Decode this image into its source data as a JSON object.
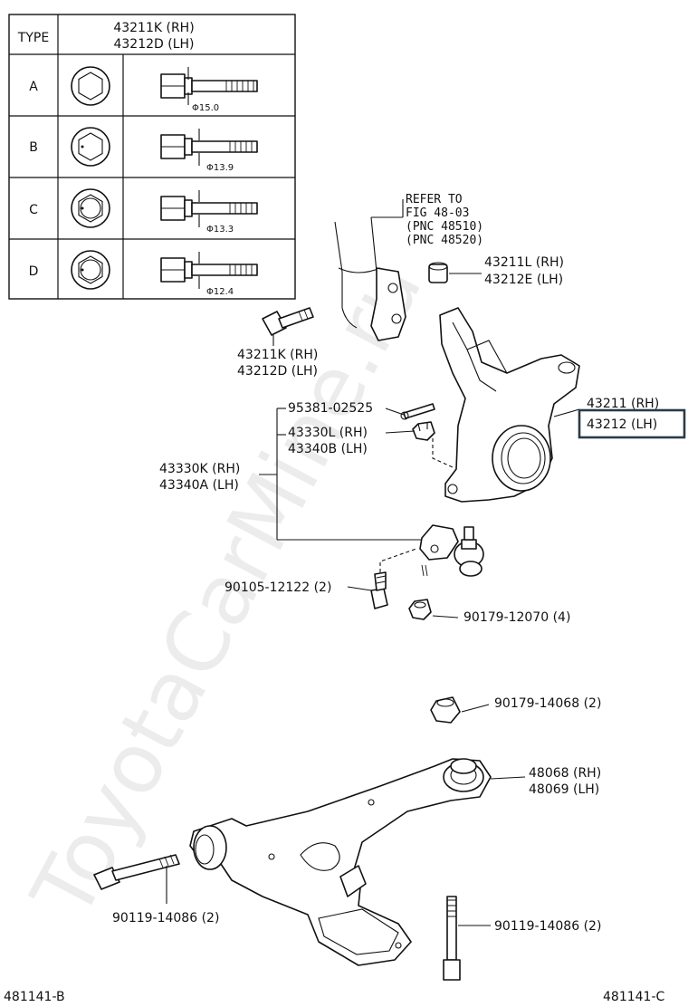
{
  "watermark": "ToyotaCarMine.ru",
  "table": {
    "header_type": "TYPE",
    "header_part_rh": "43211K (RH)",
    "header_part_lh": "43212D (LH)",
    "rows": [
      {
        "type": "A",
        "diameter": "Φ15.0"
      },
      {
        "type": "B",
        "diameter": "Φ13.9"
      },
      {
        "type": "C",
        "diameter": "Φ13.3"
      },
      {
        "type": "D",
        "diameter": "Φ12.4"
      }
    ]
  },
  "labels": {
    "refer_1": "REFER TO",
    "refer_2": "FIG 48-03",
    "refer_3": "(PNC 48510)",
    "refer_4": "(PNC 48520)",
    "nut_rh": "43211L (RH)",
    "nut_lh": "43212E (LH)",
    "bolt_rh": "43211K (RH)",
    "bolt_lh": "43212D (LH)",
    "knuckle_rh": "43211 (RH)",
    "knuckle_lh": "43212 (LH)",
    "cotter_pin": "95381-02525",
    "castle_nut_rh": "43330L (RH)",
    "castle_nut_lh": "43340B (LH)",
    "ball_joint_rh": "43330K (RH)",
    "ball_joint_lh": "43340A (LH)",
    "ball_joint_bolt": "90105-12122 (2)",
    "ball_joint_nut": "90179-12070 (4)",
    "arm_nut": "90179-14068 (2)",
    "arm_rh": "48068 (RH)",
    "arm_lh": "48069 (LH)",
    "arm_bolt_left": "90119-14086 (2)",
    "arm_bolt_right": "90119-14086 (2)",
    "code_left": "481141-B",
    "code_right": "481141-C"
  },
  "highlight_color": "#2b3a45"
}
